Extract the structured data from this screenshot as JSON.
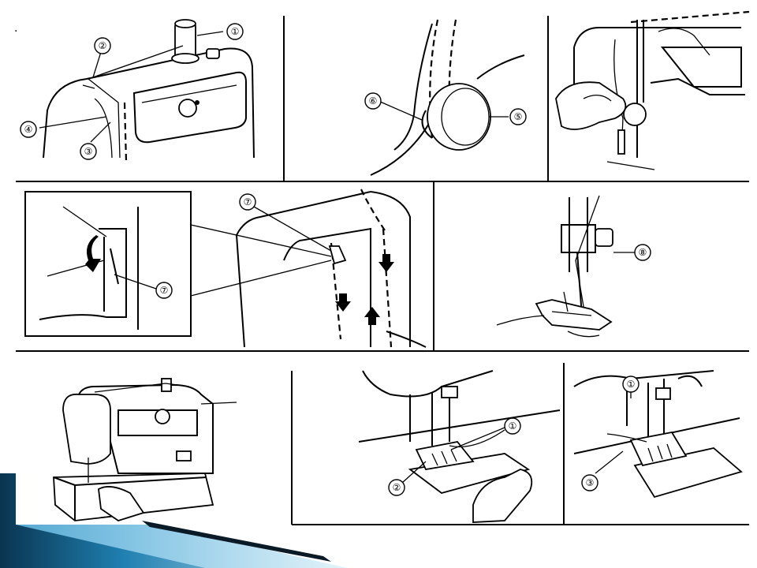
{
  "callouts": {
    "p1_spool": "①",
    "p1_guide": "②",
    "p1_takeup": "③",
    "p1_tension": "④",
    "p2_wheel": "⑤",
    "p2_guide": "⑥",
    "p4_detail": "⑦",
    "p4_lever": "⑦",
    "p5_needle_guide": "⑧",
    "p8_thread": "①",
    "p8_foot": "②",
    "p9_thread": "①",
    "p9_foot": "③"
  },
  "bullet_mark": "·",
  "colors": {
    "line": "#000000",
    "background": "#ffffff",
    "ribbon_dark": "#0a3450",
    "ribbon_mid": "#1f7fb0",
    "ribbon_light": "#8fd0ec"
  }
}
